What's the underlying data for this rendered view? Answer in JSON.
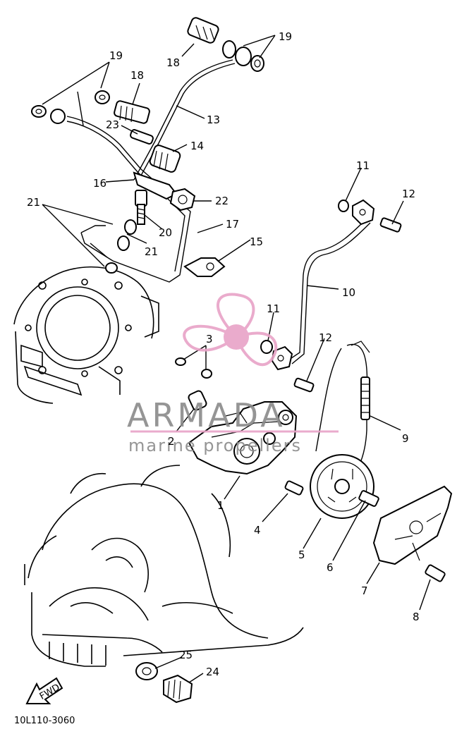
{
  "diagram": {
    "part_labels": [
      "1",
      "2",
      "3",
      "4",
      "5",
      "6",
      "7",
      "8",
      "9",
      "10",
      "11",
      "11",
      "12",
      "12",
      "13",
      "14",
      "15",
      "16",
      "17",
      "18",
      "18",
      "19",
      "19",
      "20",
      "21",
      "21",
      "22",
      "23",
      "24",
      "25"
    ],
    "drawing_code": "10L110-3060",
    "fwd_label": "FWD"
  },
  "watermark": {
    "brand": "ARMADA",
    "tagline": "marine propellers",
    "colors": {
      "pink": "#e8a3c7",
      "gray": "#8a8a8a"
    }
  }
}
